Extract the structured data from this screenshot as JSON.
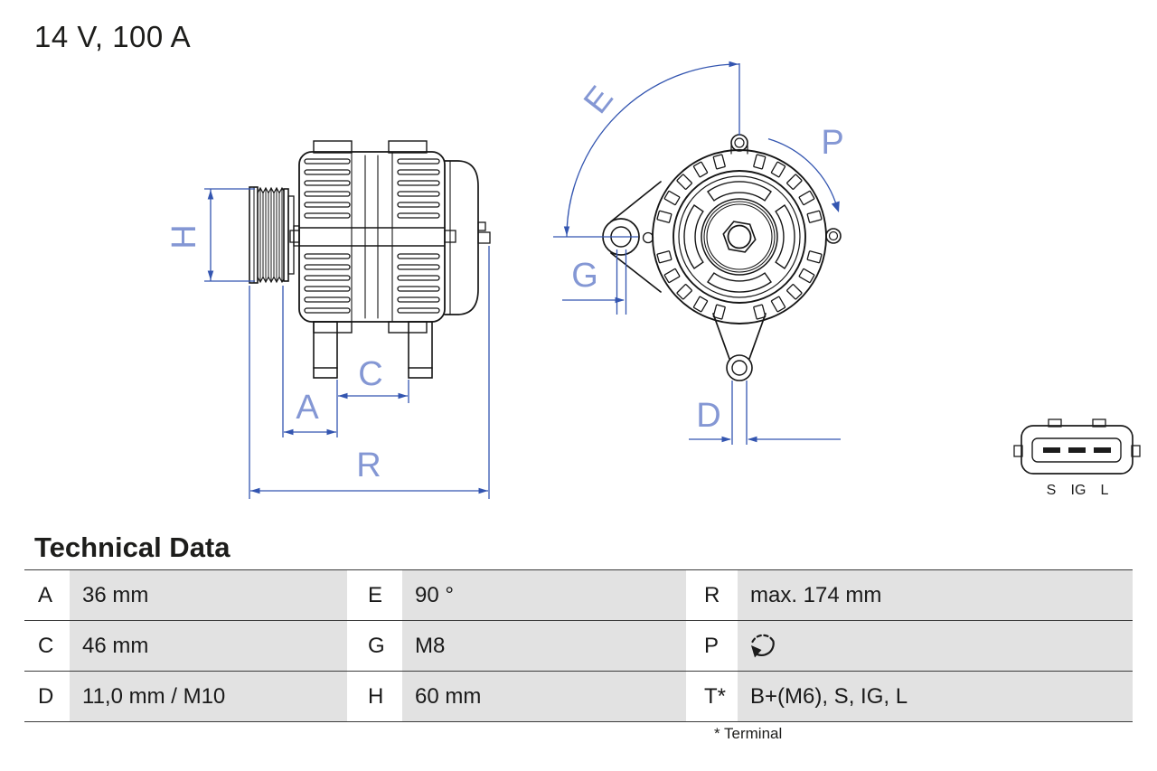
{
  "title": "14 V, 100 A",
  "drawing": {
    "dims": {
      "H": "H",
      "A": "A",
      "C": "C",
      "R": "R",
      "E": "E",
      "G": "G",
      "P": "P",
      "D": "D"
    },
    "connector_pins": [
      "S",
      "IG",
      "L"
    ]
  },
  "table": {
    "heading": "Technical Data",
    "footnote": "* Terminal",
    "rows": [
      {
        "c1k": "A",
        "c1v": "36 mm",
        "c2k": "E",
        "c2v": "90 °",
        "c3k": "R",
        "c3v": "max. 174 mm"
      },
      {
        "c1k": "C",
        "c1v": "46 mm",
        "c2k": "G",
        "c2v": "M8",
        "c3k": "P"
      },
      {
        "c1k": "D",
        "c1v": "11,0 mm / M10",
        "c2k": "H",
        "c2v": "60 mm",
        "c3k": "T*",
        "c3v": "B+(M6), S, IG, L"
      }
    ]
  },
  "colors": {
    "dimension_blue": "#3355b0",
    "dim_label_blue": "#8497d4",
    "line_black": "#161616",
    "table_gray": "#e2e2e2"
  }
}
